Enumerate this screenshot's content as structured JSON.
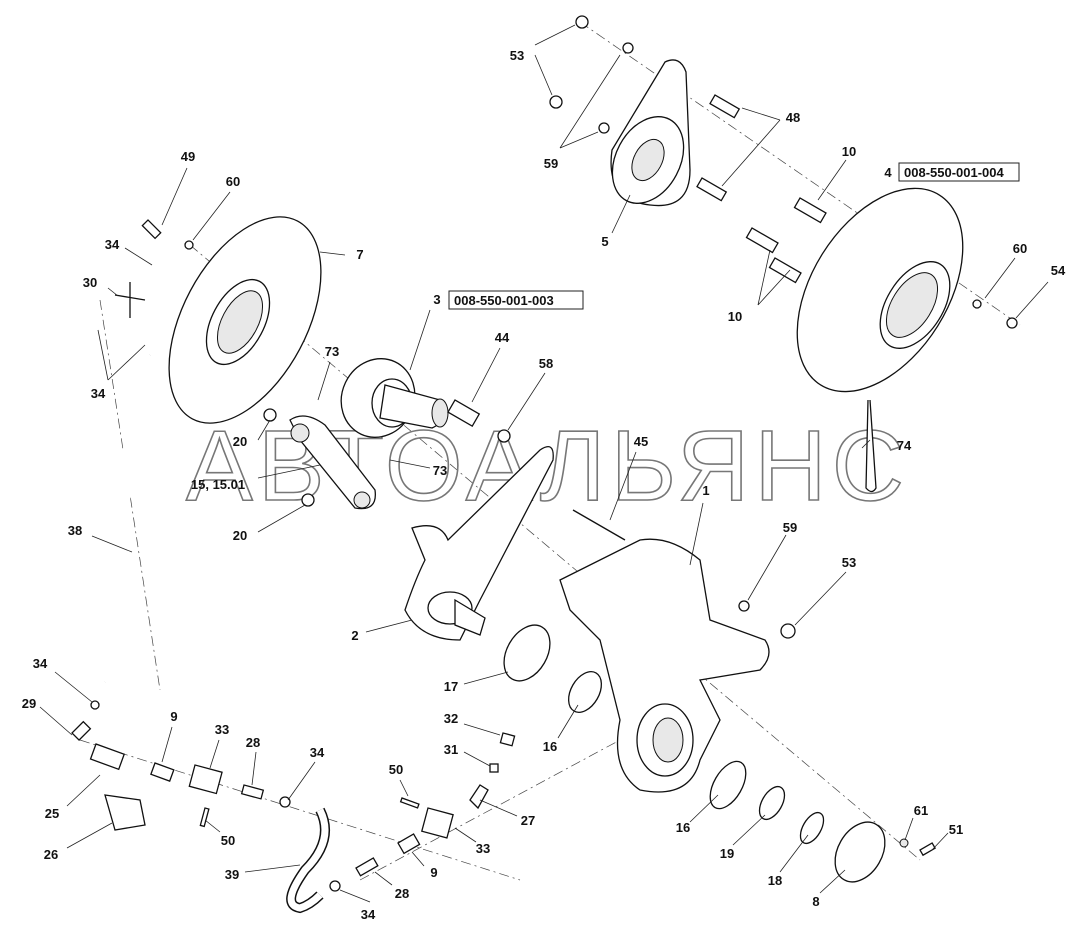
{
  "watermark": "АВТОАЛЬЯНС",
  "part_codes": {
    "hub": "008-550-001-003",
    "drum": "008-550-001-004"
  },
  "callouts": {
    "c53a": "53",
    "c59a": "59",
    "c48": "48",
    "c10a": "10",
    "c4": "4",
    "c5": "5",
    "c60a": "60",
    "c54": "54",
    "c10b": "10",
    "c49": "49",
    "c60b": "60",
    "c7": "7",
    "c34a": "34",
    "c30": "30",
    "c34b": "34",
    "c3": "3",
    "c73a": "73",
    "c44": "44",
    "c58": "58",
    "c20a": "20",
    "c73b": "73",
    "c15": "15, 15.01",
    "c20b": "20",
    "c45": "45",
    "c74": "74",
    "c1": "1",
    "c59b": "59",
    "c53b": "53",
    "c38": "38",
    "c2": "2",
    "c17": "17",
    "c16a": "16",
    "c34c": "34",
    "c29": "29",
    "c9a": "9",
    "c33a": "33",
    "c28a": "28",
    "c34d": "34",
    "c32": "32",
    "c31": "31",
    "c50a": "50",
    "c25": "25",
    "c26": "26",
    "c50b": "50",
    "c27": "27",
    "c33b": "33",
    "c16b": "16",
    "c19": "19",
    "c61": "61",
    "c51": "51",
    "c9b": "9",
    "c39": "39",
    "c28b": "28",
    "c34e": "34",
    "c18": "18",
    "c8": "8"
  }
}
